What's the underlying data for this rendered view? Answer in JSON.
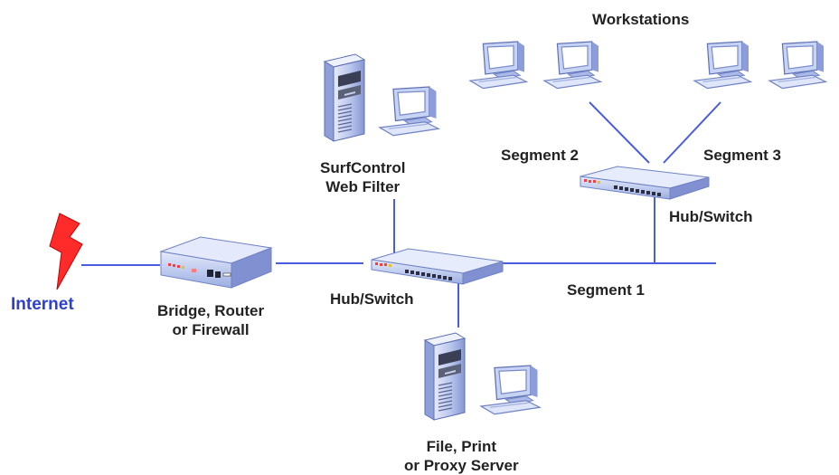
{
  "labels": {
    "workstations": "Workstations",
    "segment_2": "Segment 2",
    "segment_3": "Segment 3",
    "hub_switch_top": "Hub/Switch",
    "segment_1": "Segment 1",
    "web_filter_line1": "SurfControl",
    "web_filter_line2": "Web Filter",
    "internet": "Internet",
    "router_line1": "Bridge, Router",
    "router_line2": "or Firewall",
    "hub_switch_center": "Hub/Switch",
    "file_server_line1": "File, Print",
    "file_server_line2": "or Proxy Server"
  },
  "colors": {
    "link": "#4a5de0",
    "internet_text": "#2f3fcf",
    "lightning": "#ff2a2a",
    "device_body": "#b4c4ec",
    "device_shadow": "#6f82c4"
  },
  "icons": [
    "lightning-icon",
    "router-icon",
    "hub-switch-icon",
    "server-icon",
    "monitor-icon",
    "workstation-icon"
  ]
}
